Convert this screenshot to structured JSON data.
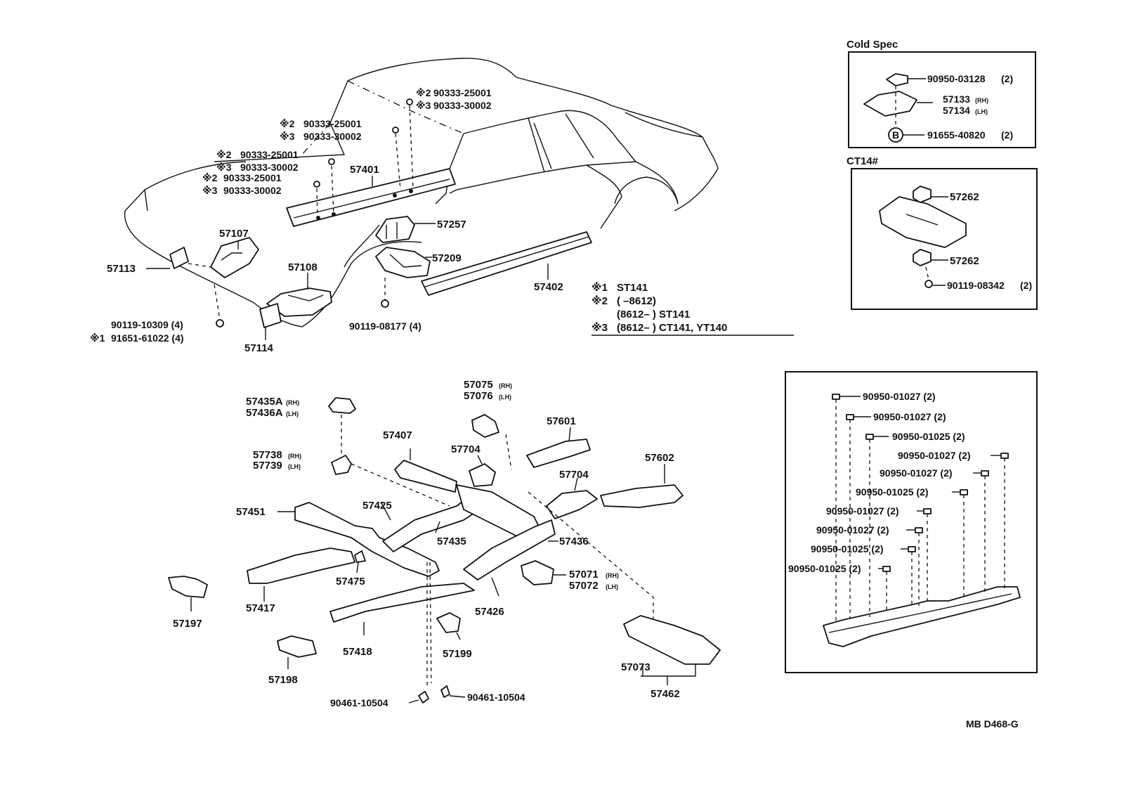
{
  "boxes": {
    "cold_spec": {
      "title": "Cold Spec",
      "parts": [
        {
          "num": "90950-03128",
          "qty": "(2)"
        },
        {
          "num": "57133",
          "side": "(RH)"
        },
        {
          "num": "57134",
          "side": "(LH)"
        },
        {
          "num": "91655-40820",
          "qty": "(2)",
          "marker": "B"
        }
      ]
    },
    "ct14": {
      "title": "CT14#",
      "parts": [
        {
          "num": "57262"
        },
        {
          "num": "57262"
        },
        {
          "num": "90119-08342",
          "qty": "(2)"
        }
      ]
    },
    "plugs": {
      "parts": [
        "90950-01027 (2)",
        "90950-01027 (2)",
        "90950-01025 (2)",
        "90950-01027 (2)",
        "90950-01027 (2)",
        "90950-01025 (2)",
        "90950-01027 (2)",
        "90950-01027 (2)",
        "90950-01025 (2)",
        "90950-01025 (2)"
      ]
    }
  },
  "body_labels": {
    "p57113": "57113",
    "p57107": "57107",
    "p57108": "57108",
    "p57114": "57114",
    "p57401": "57401",
    "p57257": "57257",
    "p57209": "57209",
    "p57402": "57402",
    "bolt_a": "90119-10309 (4)",
    "bolt_b": "91651-61022 (4)",
    "bolt_c": "90119-08177 (4)",
    "plugs_top": [
      {
        "mark": "※2",
        "num": "90333-25001"
      },
      {
        "mark": "※3",
        "num": "90333-30002"
      }
    ],
    "plugs_1": [
      {
        "mark": "※2",
        "num": "90333-25001"
      },
      {
        "mark": "※3",
        "num": "90333-30002"
      }
    ],
    "plugs_2": [
      {
        "mark": "※2",
        "num": "90333-25001"
      },
      {
        "mark": "※3",
        "num": "90333-30002"
      }
    ],
    "plugs_3": [
      {
        "mark": "※2",
        "num": "90333-25001"
      },
      {
        "mark": "※3",
        "num": "90333-30002"
      }
    ]
  },
  "notes": [
    {
      "mark": "※1",
      "text": "ST141"
    },
    {
      "mark": "※2",
      "text": "(        –8612)"
    },
    {
      "mark": "",
      "text": "(8612–        ) ST141"
    },
    {
      "mark": "※3",
      "text": "(8612–        ) CT141, YT140"
    }
  ],
  "frame_labels": {
    "p57435a": "57435A",
    "p57435a_side": "(RH)",
    "p57436a": "57436A",
    "p57436a_side": "(LH)",
    "p57738": "57738",
    "p57738_side": "(RH)",
    "p57739": "57739",
    "p57739_side": "(LH)",
    "p57075": "57075",
    "p57075_side": "(RH)",
    "p57076": "57076",
    "p57076_side": "(LH)",
    "p57407": "57407",
    "p57601": "57601",
    "p57704a": "57704",
    "p57704b": "57704",
    "p57602": "57602",
    "p57451": "57451",
    "p57425": "57425",
    "p57435": "57435",
    "p57436": "57436",
    "p57475": "57475",
    "p57071": "57071",
    "p57071_side": "(RH)",
    "p57072": "57072",
    "p57072_side": "(LH)",
    "p57417": "57417",
    "p57426": "57426",
    "p57197": "57197",
    "p57418": "57418",
    "p57199": "57199",
    "p57198": "57198",
    "p57073": "57073",
    "p57462": "57462",
    "clip_a": "90461-10504",
    "clip_b": "90461-10504"
  },
  "footer_code": "MB D468-G"
}
